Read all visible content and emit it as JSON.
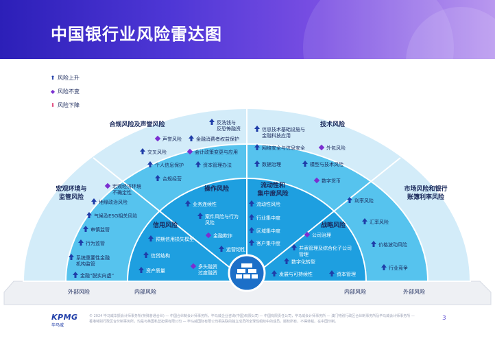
{
  "title": "中国银行业风险雷达图",
  "legend": [
    {
      "label": "风险上升",
      "icon": "arrow-up-icon",
      "color": "#1f3da8"
    },
    {
      "label": "风险不变",
      "icon": "diamond-icon",
      "color": "#7b2fd0"
    },
    {
      "label": "风险下降",
      "icon": "arrow-down-icon",
      "color": "#e0457b"
    }
  ],
  "sectors": {
    "compliance": "合规风险及声誉风险",
    "technology": "技术风险",
    "macro": "宏观环境与\n监管风险",
    "market": "市场风险和银行\n账簿利率风险",
    "operation": "操作风险",
    "liquidity": "流动性和\n集中度风险",
    "credit": "信用风险",
    "strategy": "战略风险"
  },
  "bottom_labels": {
    "outer_left": "外部风险",
    "inner_left": "内部风险",
    "inner_right": "内部风险",
    "outer_right": "外部风险"
  },
  "items": {
    "compliance": [
      {
        "text": "反洗钱与\n反恐怖融资",
        "trend": "up"
      },
      {
        "text": "声誉风险",
        "trend": "same"
      },
      {
        "text": "金融消费者权益保护",
        "trend": "up"
      },
      {
        "text": "交叉风险",
        "trend": "up"
      },
      {
        "text": "会计政策变更与应用",
        "trend": "same"
      },
      {
        "text": "个人信息保护",
        "trend": "up"
      },
      {
        "text": "资本管理办法",
        "trend": "up"
      },
      {
        "text": "合规经营",
        "trend": "up"
      }
    ],
    "technology": [
      {
        "text": "信息技术基础设施与\n金融科技应用",
        "trend": "up"
      },
      {
        "text": "网络安全与信息安全",
        "trend": "up"
      },
      {
        "text": "外包风险",
        "trend": "same"
      },
      {
        "text": "数据治理",
        "trend": "up"
      },
      {
        "text": "模型与技术风险",
        "trend": "up"
      },
      {
        "text": "数字货币",
        "trend": "same"
      }
    ],
    "macro": [
      {
        "text": "宏观经济环境\n不确定性",
        "trend": "same"
      },
      {
        "text": "地缘政治风险",
        "trend": "up"
      },
      {
        "text": "气候及ESG相关风险",
        "trend": "up"
      },
      {
        "text": "审慎监管",
        "trend": "up"
      },
      {
        "text": "行为监管",
        "trend": "up"
      },
      {
        "text": "系统重要性金融\n机构监管",
        "trend": "up"
      },
      {
        "text": "金融“脱实向虚”",
        "trend": "up"
      }
    ],
    "market": [
      {
        "text": "利率风险",
        "trend": "up"
      },
      {
        "text": "汇率风险",
        "trend": "up"
      },
      {
        "text": "价格波动风险",
        "trend": "up"
      },
      {
        "text": "行业竞争",
        "trend": "up"
      }
    ],
    "operation": [
      {
        "text": "业务连续性",
        "trend": "up"
      },
      {
        "text": "案件风险与行为\n风险",
        "trend": "up"
      },
      {
        "text": "金融欺诈",
        "trend": "same"
      },
      {
        "text": "运营韧性",
        "trend": "up"
      }
    ],
    "liquidity": [
      {
        "text": "流动性风险",
        "trend": "up"
      },
      {
        "text": "行业集中度",
        "trend": "up"
      },
      {
        "text": "区域集中度",
        "trend": "up"
      },
      {
        "text": "客户集中度",
        "trend": "up"
      }
    ],
    "credit": [
      {
        "text": "预期信用损失模型",
        "trend": "up"
      },
      {
        "text": "信贷结构",
        "trend": "up"
      },
      {
        "text": "资产质量",
        "trend": "up"
      },
      {
        "text": "多头融资\n过度融资",
        "trend": "same"
      }
    ],
    "strategy": [
      {
        "text": "公司治理",
        "trend": "same"
      },
      {
        "text": "并表管理及综合化子公司\n管理",
        "trend": "up"
      },
      {
        "text": "数字化转型",
        "trend": "up"
      },
      {
        "text": "发展与可持续性",
        "trend": "up"
      },
      {
        "text": "资本管理",
        "trend": "up"
      }
    ]
  },
  "footer": {
    "logo": "KPMG",
    "logo_cn": "毕马威",
    "note": "© 2024 毕马威华振会计师事务所(特殊普通合伙) — 中国合伙制会计师事务所，毕马威企业咨询(中国)有限公司 — 中国有限责任公司，毕马威会计师事务所 — 澳门特别行政区合伙制事务所及毕马威会计师事务所 — 香港特别行政区合伙制事务所，均是与英国私营担保有限公司 — 毕马威国际有限公司相关联的独立成员所全球性组织中的成员。版权所有，不得转载。在中国印制。",
    "page": "3"
  },
  "colors": {
    "up": "#1f3da8",
    "same": "#7b2fd0",
    "down": "#e0457b",
    "outer_band": "#cfeaf8",
    "middle_band": "#4fc0ec",
    "inner_band": "#1c9fe0"
  }
}
